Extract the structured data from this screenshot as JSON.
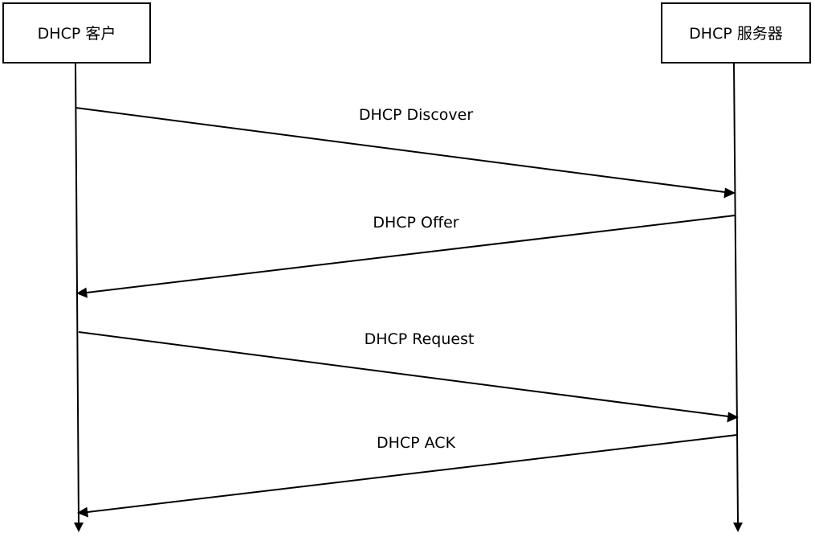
{
  "actors": {
    "client": "DHCP 客户",
    "server": "DHCP 服务器"
  },
  "messages": [
    {
      "label": "DHCP Discover",
      "from": "client",
      "to": "server"
    },
    {
      "label": "DHCP Offer",
      "from": "server",
      "to": "client"
    },
    {
      "label": "DHCP Request",
      "from": "client",
      "to": "server"
    },
    {
      "label": "DHCP ACK",
      "from": "server",
      "to": "client"
    }
  ],
  "colors": {
    "line": "#000000",
    "background": "#ffffff"
  }
}
